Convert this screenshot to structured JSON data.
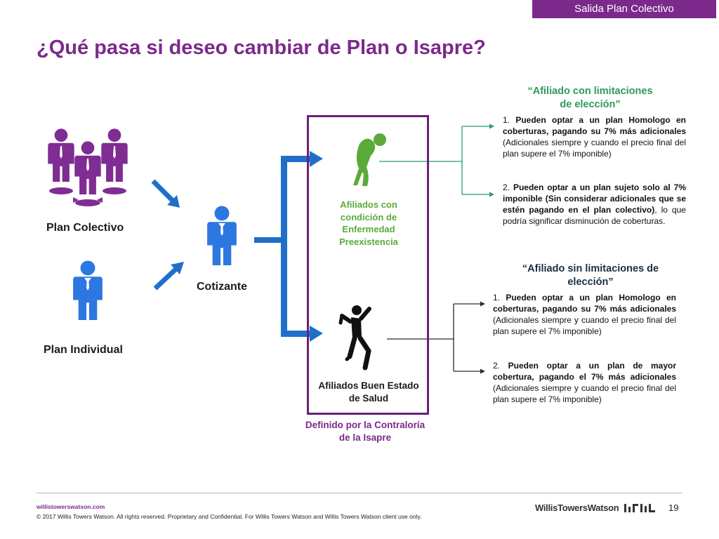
{
  "header": {
    "section_tab": "Salida Plan Colectivo",
    "title": "¿Qué pasa si deseo cambiar de Plan o Isapre?"
  },
  "left": {
    "plan_colectivo": "Plan Colectivo",
    "plan_individual": "Plan Individual",
    "cotizante": "Cotizante",
    "group_icon": "group-of-people-icon",
    "person_icon": "businessman-icon"
  },
  "center": {
    "preexistencia": [
      "Afiliados con",
      "condición de",
      "Enfermedad",
      "Preexistencia"
    ],
    "buen_estado": [
      "Afiliados Buen Estado",
      "de Salud"
    ],
    "definido": [
      "Definido por la Contraloría",
      "de la Isapre"
    ],
    "sick_icon": "sick-person-icon",
    "healthy_icon": "healthy-person-icon"
  },
  "right_top": {
    "heading": [
      "“Afiliado con limitaciones",
      "de elección”"
    ],
    "item1": {
      "num": "1. ",
      "bold": "Pueden optar a un plan Homologo en coberturas, pagando su 7% más adicionales",
      "rest": " (Adicionales siempre y cuando el precio final del plan supere el 7% imponible)"
    },
    "item2": {
      "num": "2. ",
      "bold": "Pueden optar a un plan sujeto solo al 7% imponible (Sin considerar adicionales que se estén pagando en el plan colectivo)",
      "rest": ", lo que podría significar disminución de coberturas."
    }
  },
  "right_bottom": {
    "heading": [
      "“Afiliado sin limitaciones de",
      "elección”"
    ],
    "item1": {
      "num": "1. ",
      "bold": "Pueden optar a un plan Homologo en coberturas, pagando su 7% más adicionales",
      "rest": " (Adicionales siempre y cuando el precio final del plan supere el 7% imponible)"
    },
    "item2": {
      "num": "2. ",
      "bold": "Pueden optar a un plan de mayor cobertura, pagando el 7% más adicionales",
      "rest": " (Adicionales siempre y cuando el precio final del plan supere el 7% imponible)"
    }
  },
  "footer": {
    "url": "willistowerswatson.com",
    "copyright": "© 2017 Willis Towers Watson. All rights reserved. Proprietary and Confidential. For Willis Towers Watson and Willis Towers Watson client use only.",
    "logo": "WillisTowersWatson",
    "page": "19"
  },
  "colors": {
    "purple": "#7b2a8c",
    "person_purple": "#7f2c93",
    "person_blue": "#2c78e0",
    "arrow_blue": "#1f6fc9",
    "green": "#5aaa3a",
    "teal": "#2e9a5a"
  }
}
